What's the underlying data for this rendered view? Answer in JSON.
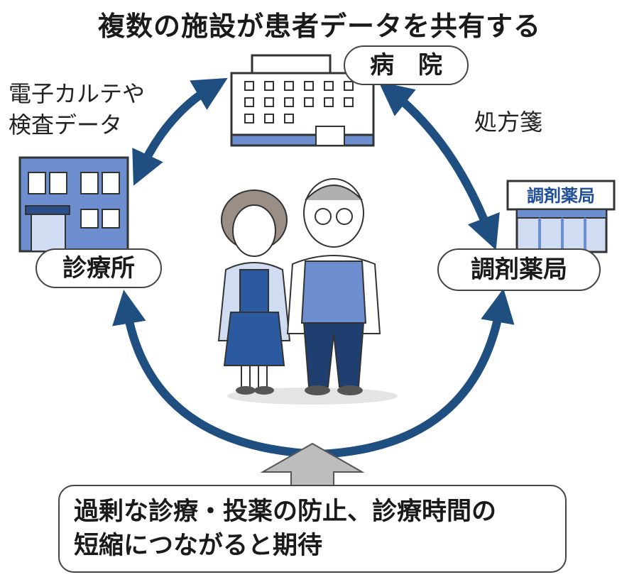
{
  "title": "複数の施設が患者データを共有する",
  "facilities": {
    "hospital": "病　院",
    "clinic": "診療所",
    "pharmacy": "調剤薬局",
    "pharmacy_sign": "調剤薬局"
  },
  "flows": {
    "ehr_line1": "電子カルテや",
    "ehr_line2": "検査データ",
    "prescription": "処方箋"
  },
  "benefit": {
    "line1": "過剰な診療・投薬の防止、診療時間の",
    "line2": "短縮につながると期待"
  },
  "colors": {
    "arrow": "#1f4f80",
    "building_blue": "#6d8fcf",
    "building_light": "#cfdcf2",
    "outline": "#333333",
    "up_arrow": "#bdbdbd"
  }
}
